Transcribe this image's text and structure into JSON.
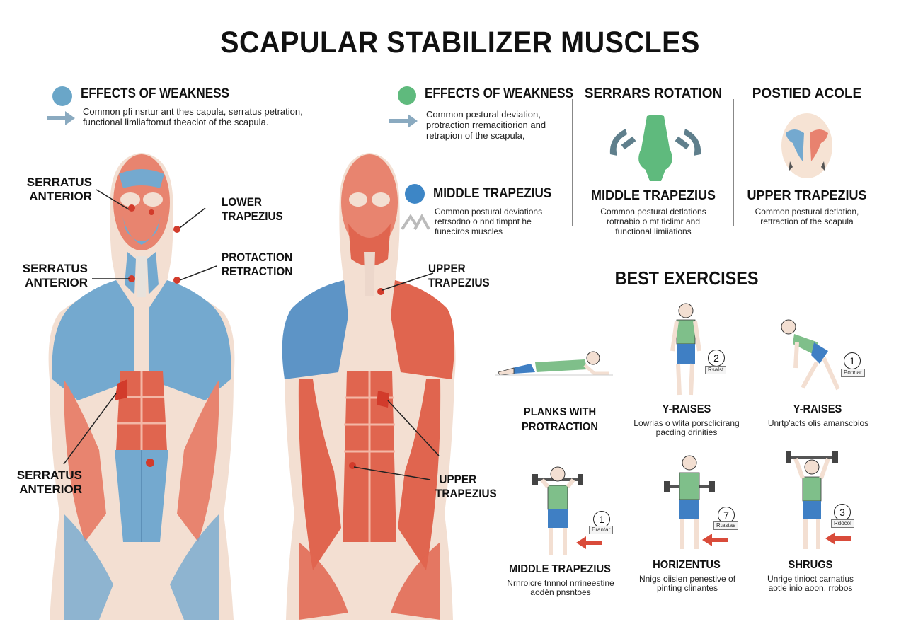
{
  "title": "SCAPULAR STABILIZER MUSCLES",
  "info_blocks": [
    {
      "heading": "EFFECTS OF WEAKNESS",
      "dot_color": "#6aa6c8",
      "text_lines": [
        "Common pfi nsrtur ant thes capula, serratus petration,",
        "functional limliaftomuf theaclot of the scapula."
      ]
    },
    {
      "heading": "EFFECTS OF WEAKNESS",
      "dot_color": "#5fba7d",
      "text_lines": [
        "Common postural deviation,",
        "protraction rremacitiorion and",
        "retrapion of the scapula,"
      ]
    },
    {
      "heading": "MIDDLE TRAPEZIUS",
      "dot_color": "#3d86c6",
      "text_lines": [
        "Common postural deviations",
        "retrsodno o nnd timpnt he",
        "funeciros muscles"
      ]
    }
  ],
  "side_panels": [
    {
      "heading": "SERRARS ROTATION",
      "subheading": "MIDDLE TRAPEZIUS",
      "text_lines": [
        "Common postural detlations",
        "rotrnabio o mt ticlimr and",
        "functional limiiations"
      ]
    },
    {
      "heading": "POSTIED ACOLE",
      "subheading": "UPPER TRAPEZIUS",
      "text_lines": [
        "Common postural detlation,",
        "rettraction of the scapula"
      ]
    }
  ],
  "left_labels": [
    {
      "lines": [
        "SERRATUS",
        "ANTERIOR"
      ]
    },
    {
      "lines": [
        "LOWER",
        "TRAPEZIUS"
      ]
    },
    {
      "lines": [
        "PROTACTION",
        "RETRACTION"
      ]
    },
    {
      "lines": [
        "SERRATUS",
        "ANTERIOR"
      ]
    },
    {
      "lines": [
        "SERRATUS",
        "ANTERIOR"
      ]
    }
  ],
  "right_labels": [
    {
      "lines": [
        "UPPER",
        "TRAPEZIUS"
      ]
    },
    {
      "lines": [
        "UPPER",
        "TRAPEZIUS"
      ]
    }
  ],
  "exercises_heading": "BEST EXERCISES",
  "exercises": [
    {
      "name_lines": [
        "PLANKS WITH",
        "PROTRACTION"
      ],
      "desc_lines": [],
      "badge": "",
      "tag": ""
    },
    {
      "name_lines": [
        "Y-RAISES"
      ],
      "desc_lines": [
        "Lowrias o wlita porsclicirang",
        "pacding drinities"
      ],
      "badge": "2",
      "tag": "Rsalst"
    },
    {
      "name_lines": [
        "Y-RAISES"
      ],
      "desc_lines": [
        "Unrtp'acts olis amanscbios"
      ],
      "badge": "1",
      "tag": "Poonar"
    },
    {
      "name_lines": [
        "MIDDLE TRAPEZIUS"
      ],
      "desc_lines": [
        "Nrnroicre tnnnol nrrineestine",
        "aodén pnsntoes"
      ],
      "badge": "1",
      "tag": "Erantar"
    },
    {
      "name_lines": [
        "HORIZENTUS"
      ],
      "desc_lines": [
        "Nnigs oiisien penestive of",
        "pinting clinantes"
      ],
      "badge": "7",
      "tag": "Rtastas"
    },
    {
      "name_lines": [
        "SHRUGS"
      ],
      "desc_lines": [
        "Unrige tinioct carnatius",
        "aotle inio aoon, rrobos"
      ],
      "badge": "3",
      "tag": "Rdocol"
    }
  ],
  "colors": {
    "muscle_red": "#e06a5a",
    "muscle_blue": "#74a9cf",
    "skin": "#f3dfd2",
    "arrow_red": "#d94b3a",
    "shirt_green": "#7fbf8a",
    "shorts_blue": "#3f7fc4"
  }
}
